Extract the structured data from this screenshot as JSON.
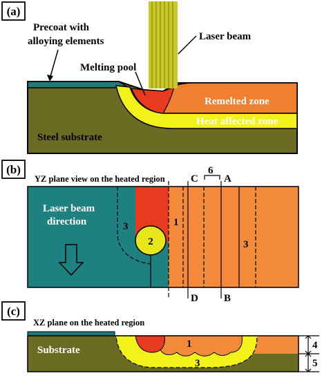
{
  "panel_a": {
    "tag": "(a)",
    "precoat_label_line1": "Precoat with",
    "precoat_label_line2": "alloying elements",
    "laser_label": "Laser beam",
    "pool_label": "Melting pool",
    "remelted_label": "Remelted zone",
    "haz_label": "Heat affected zone",
    "substrate_label": "Steel substrate"
  },
  "panel_b": {
    "tag": "(b)",
    "title": "YZ plane view on the heated region",
    "laser_dir_line1": "Laser beam",
    "laser_dir_line2": "direction",
    "num_1": "1",
    "num_2": "2",
    "num_3_left": "3",
    "num_3_right": "3",
    "num_6": "6",
    "letter_c": "C",
    "letter_a": "A",
    "letter_d": "D",
    "letter_b": "B"
  },
  "panel_c": {
    "tag": "(c)",
    "title": "XZ plane on the heated region",
    "substrate_label": "Substrate",
    "num_1": "1",
    "num_3": "3",
    "num_4": "4",
    "num_5": "5"
  },
  "colors": {
    "substrate": "#6b6b23",
    "precoat": "#1f7a78",
    "laser": "#c9c92a",
    "pool": "#e83a1e",
    "remelted": "#f08030",
    "haz": "#f2f21a",
    "teal_bg": "#1f8080",
    "orange_bg": "#f28a3a"
  }
}
